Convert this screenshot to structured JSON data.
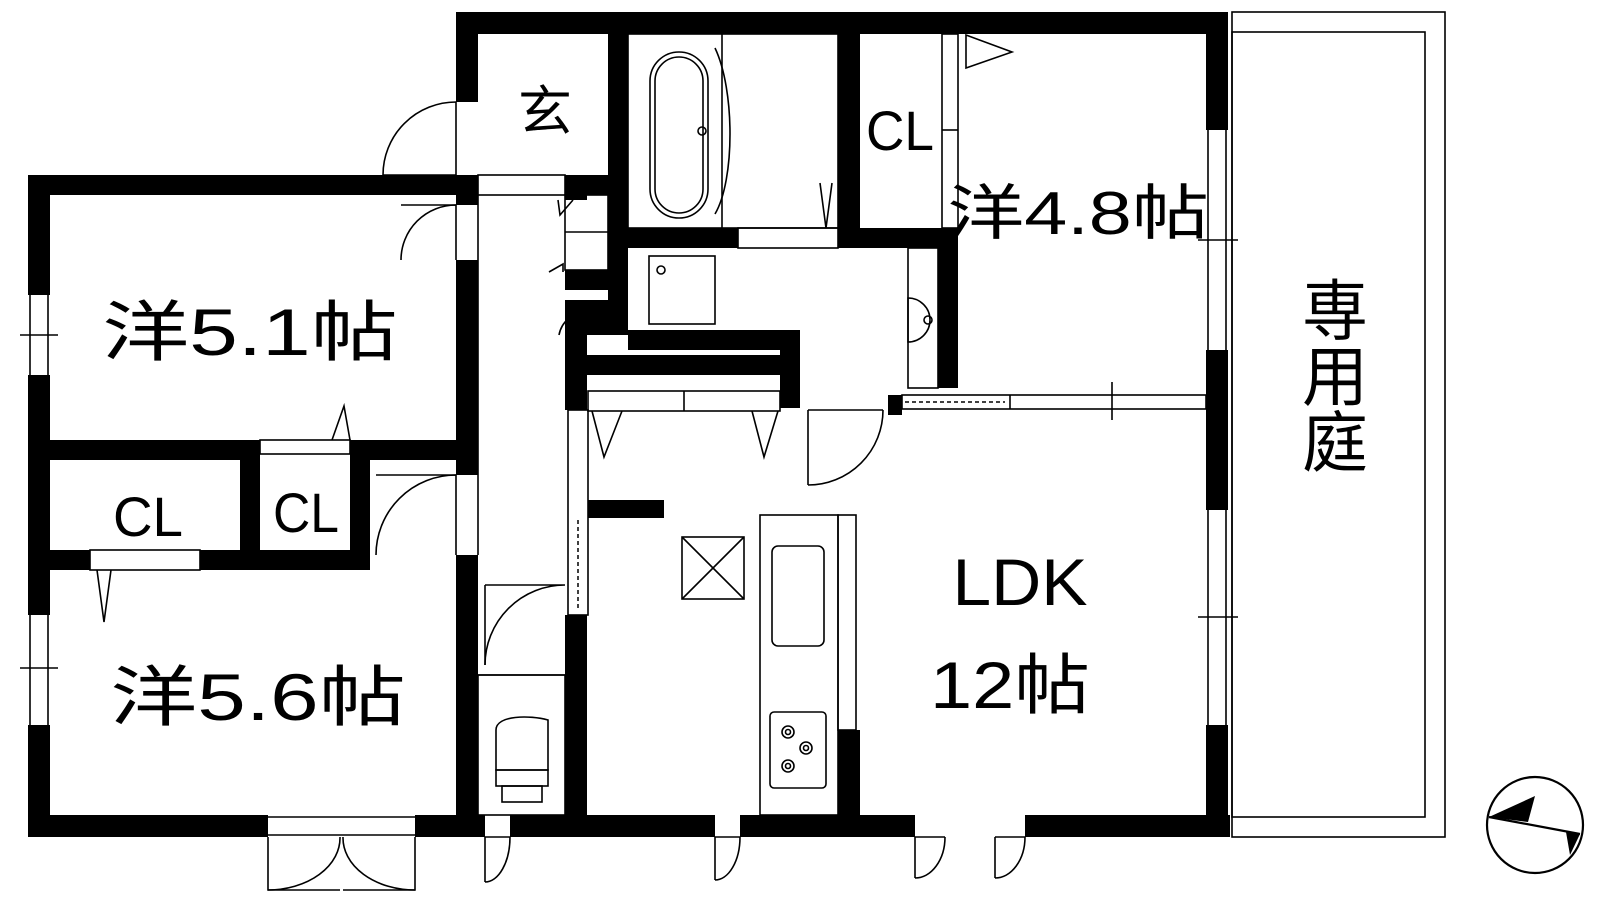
{
  "rooms": {
    "entrance": "玄",
    "western_48": "洋4.8帖",
    "western_51": "洋5.1帖",
    "western_56": "洋5.6帖",
    "ldk_name": "LDK",
    "ldk_size": "12帖",
    "private_garden": "専用庭"
  },
  "closets": {
    "cl_top": "CL",
    "cl_left": "CL",
    "cl_mid": "CL"
  },
  "compass": {
    "icon": "north-arrow-icon"
  }
}
